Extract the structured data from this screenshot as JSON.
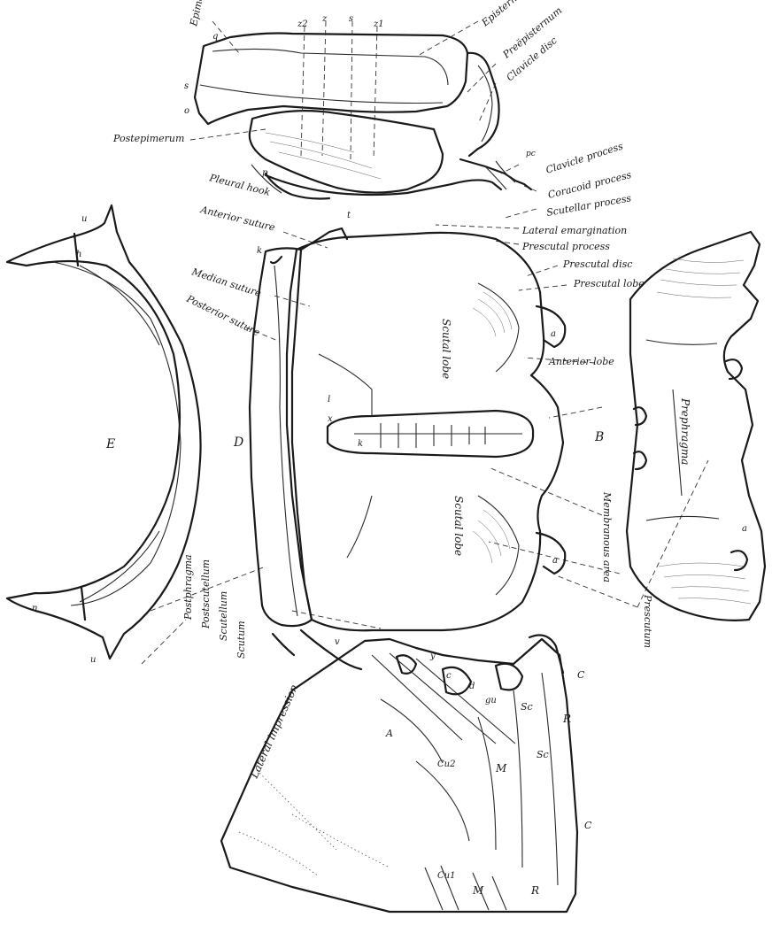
{
  "figure": {
    "labels": {
      "epimerum": "Epimerum",
      "episternum": "Episternum",
      "preepisternum": "Preëpisternum",
      "clavicle_disc": "Clavicle disc",
      "postepimerum": "Postepimerum",
      "clavicle_process": "Clavicle process",
      "coracoid_process": "Coracoid process",
      "scutellar_process": "Scutellar process",
      "pleural_hook": "Pleural hook",
      "anterior_suture": "Anterior suture",
      "lateral_emargination": "Lateral emargination",
      "prescutal_process": "Prescutal process",
      "prescutal_disc": "Prescutal disc",
      "prescutal_lobe": "Prescutal lobe",
      "median_suture": "Median suture",
      "posterior_suture": "Posterior suture",
      "anterior_lobe": "Anterior lobe",
      "scutal_lobe_upper": "Scutal lobe",
      "scutal_lobe_lower": "Scutal lobe",
      "prephragma": "Prephragma",
      "membranous_area": "Membranous area",
      "prescutum": "Prescutum",
      "postphragma": "Postphragma",
      "postscutellum": "Postscutellum",
      "scutellum": "Scutellum",
      "scutum": "Scutum",
      "lateral_impression": "Lateral impression"
    },
    "letters": {
      "part_e": "E",
      "part_d": "D",
      "part_b": "B",
      "z2": "z2",
      "z": "z",
      "s_top": "s",
      "z1": "z1",
      "q": "q",
      "s_left": "s",
      "o": "o",
      "pc": "pc",
      "p": "p",
      "t": "t",
      "k_left": "k",
      "k_mid": "k",
      "x": "x",
      "l": "l",
      "h": "h",
      "u_top": "u",
      "u_bottom": "u",
      "n": "n",
      "v": "v",
      "a_top": "a",
      "a_bottom": "a",
      "a_mid": "a",
      "y": "y",
      "c": "c",
      "d": "d",
      "gu": "gu",
      "sc_upper": "Sc",
      "sc_lower": "Sc",
      "c_right": "C",
      "c_bottom": "C",
      "r_right": "R",
      "r_bottom": "R",
      "m_mid": "M",
      "m_bottom": "M",
      "cu2": "Cu2",
      "cu1": "Cu1",
      "a_wing": "A"
    }
  }
}
